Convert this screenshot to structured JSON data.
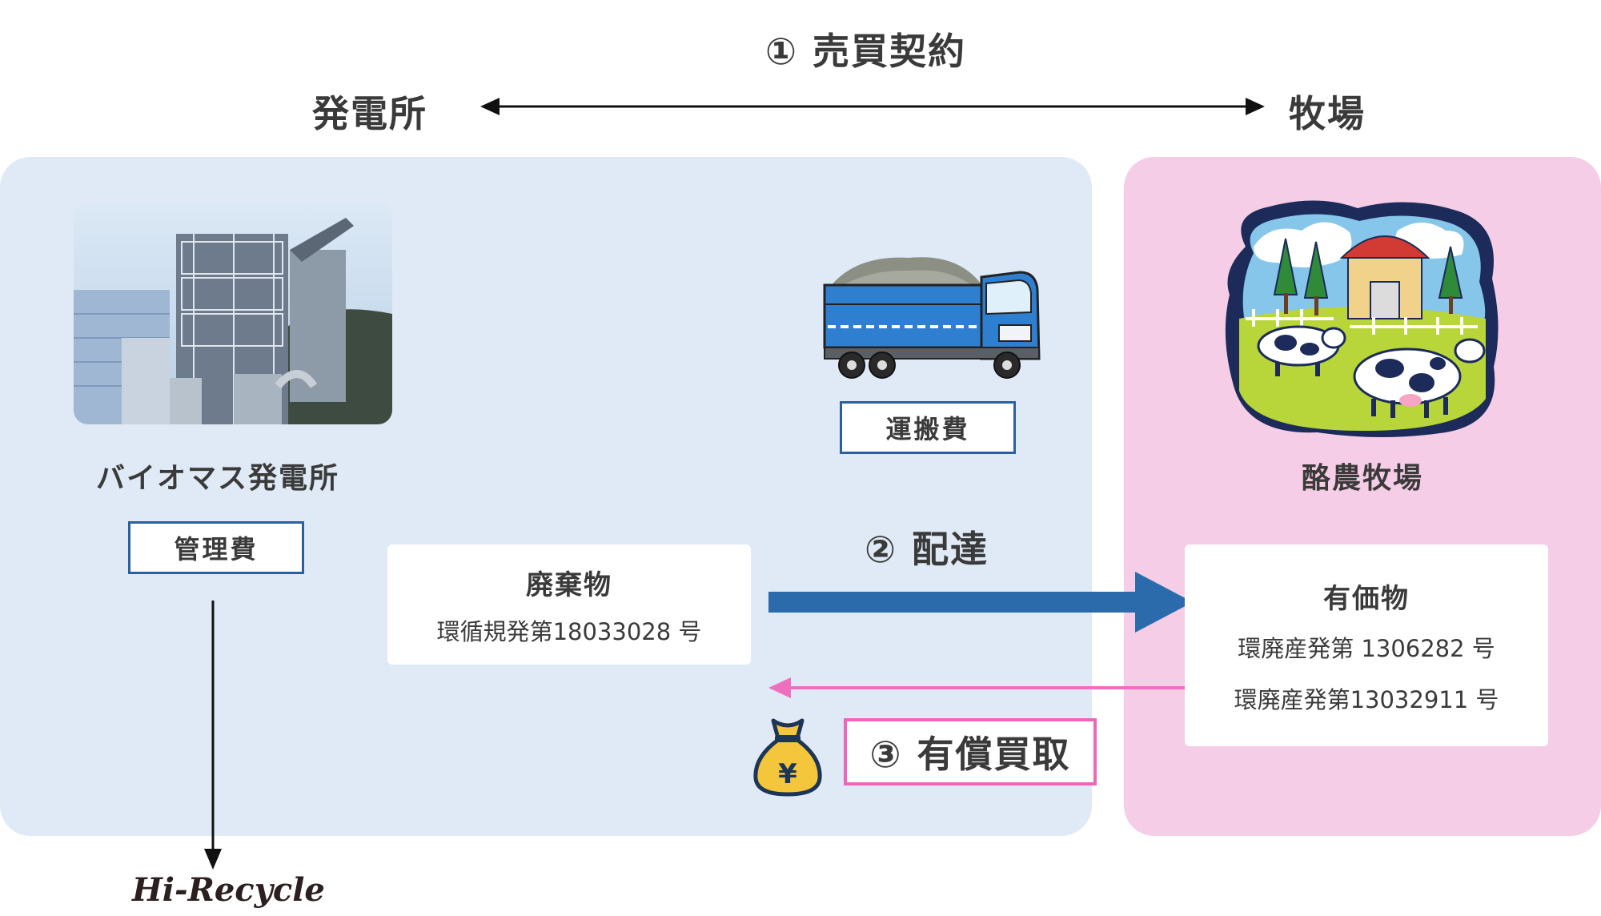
{
  "header": {
    "contract_label": "① 売買契約",
    "left_party": "発電所",
    "right_party": "牧場"
  },
  "power_plant": {
    "name": "バイオマス発電所",
    "cost_label": "管理費"
  },
  "transport": {
    "cost_label": "運搬費"
  },
  "waste_card": {
    "title": "廃棄物",
    "license": "環循規発第18033028 号"
  },
  "farm": {
    "name": "酪農牧場"
  },
  "valuable_card": {
    "title": "有価物",
    "licenses": [
      "環廃産発第 1306282 号",
      "環廃産発第13032911 号"
    ]
  },
  "steps": {
    "delivery": "② 配達",
    "purchase": "③ 有償買取"
  },
  "output": {
    "brand": "Hi-Recycle"
  },
  "icons": {
    "money_bag": "¥"
  },
  "colors": {
    "blue_panel": "#dfeaf6",
    "pink_panel": "#f5cde6",
    "delivery_arrow": "#2c6bab",
    "payment_arrow": "#ef6fbf",
    "cost_border": "#2c5f9e",
    "pay_border": "#ee66b8"
  }
}
